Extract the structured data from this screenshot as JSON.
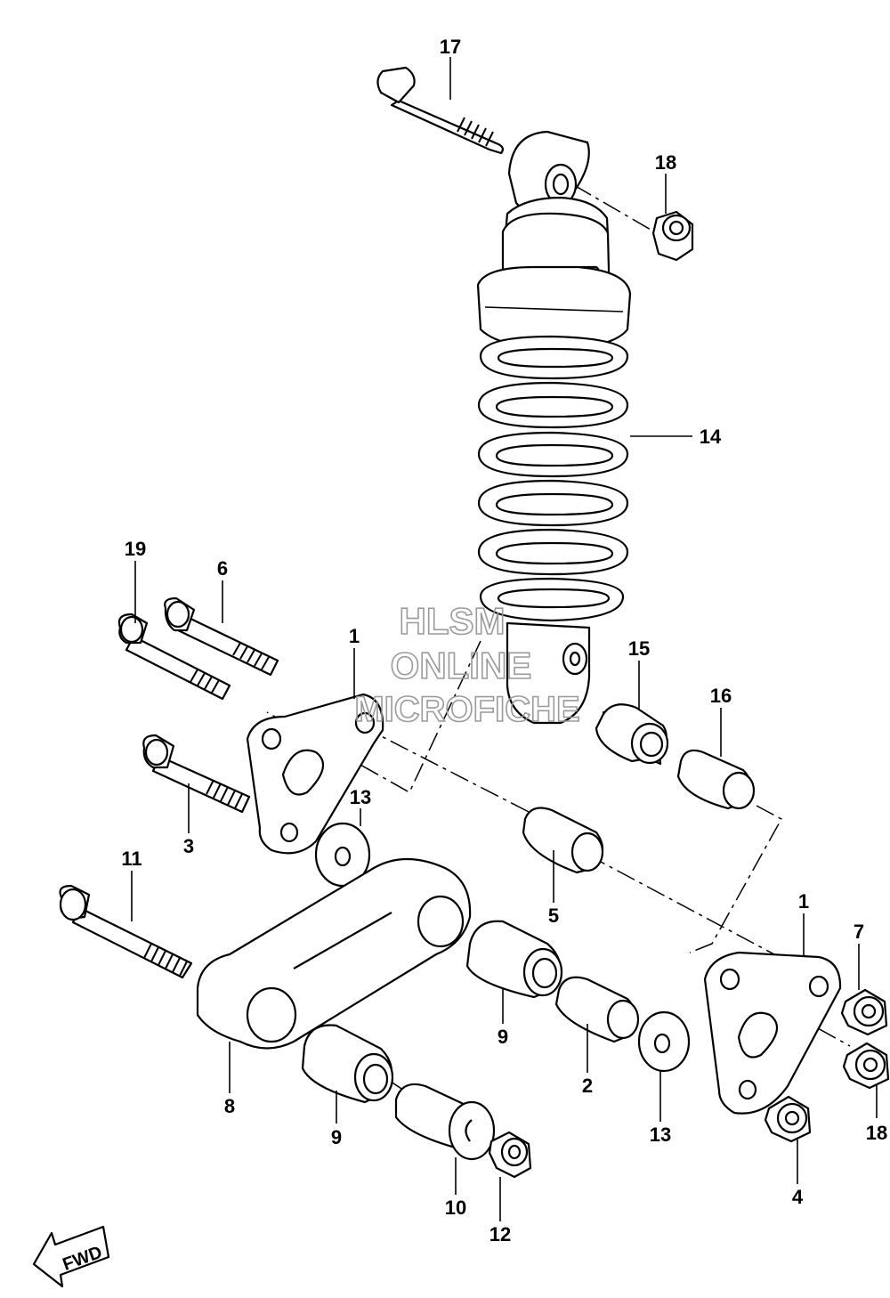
{
  "diagram": {
    "callouts": [
      {
        "id": "c17a",
        "text": "17"
      },
      {
        "id": "c18a",
        "text": "18"
      },
      {
        "id": "c14",
        "text": "14"
      },
      {
        "id": "c19",
        "text": "19"
      },
      {
        "id": "c6",
        "text": "6"
      },
      {
        "id": "c1a",
        "text": "1"
      },
      {
        "id": "c15",
        "text": "15"
      },
      {
        "id": "c16",
        "text": "16"
      },
      {
        "id": "c13a",
        "text": "13"
      },
      {
        "id": "c3",
        "text": "3"
      },
      {
        "id": "c11",
        "text": "11"
      },
      {
        "id": "c5",
        "text": "5"
      },
      {
        "id": "c1b",
        "text": "1"
      },
      {
        "id": "c7",
        "text": "7"
      },
      {
        "id": "c9a",
        "text": "9"
      },
      {
        "id": "c2",
        "text": "2"
      },
      {
        "id": "c8",
        "text": "8"
      },
      {
        "id": "c9b",
        "text": "9"
      },
      {
        "id": "c13b",
        "text": "13"
      },
      {
        "id": "c18b",
        "text": "18"
      },
      {
        "id": "c10",
        "text": "10"
      },
      {
        "id": "c4",
        "text": "4"
      },
      {
        "id": "c12",
        "text": "12"
      }
    ],
    "watermark": {
      "line1": "HLSM",
      "line2": "ONLINE",
      "line3": "MICROFICHE"
    },
    "direction_label": "FWD"
  }
}
